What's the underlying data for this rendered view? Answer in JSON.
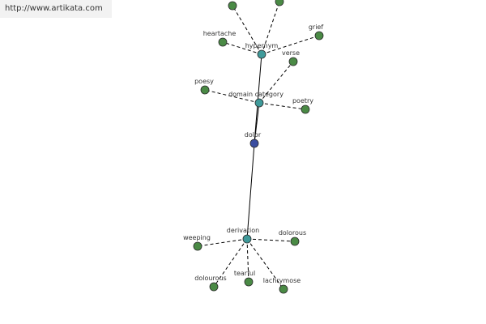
{
  "watermark": "http://www.artikata.com",
  "colors": {
    "leaf_node": "#4a8a45",
    "relation_node": "#3f9a9a",
    "root_node": "#3a4da0",
    "edge": "#000000"
  },
  "root": {
    "id": "dolor",
    "label": "dolor"
  },
  "relations": [
    {
      "id": "hypernym",
      "label": "hypernym"
    },
    {
      "id": "domain-category",
      "label": "domain category"
    },
    {
      "id": "derivation",
      "label": "derivation"
    }
  ],
  "leaves": [
    {
      "id": "top-1",
      "label": "",
      "relation": "hypernym"
    },
    {
      "id": "top-2",
      "label": "",
      "relation": "hypernym"
    },
    {
      "id": "heartache",
      "label": "heartache",
      "relation": "hypernym"
    },
    {
      "id": "grief",
      "label": "grief",
      "relation": "hypernym"
    },
    {
      "id": "verse",
      "label": "verse",
      "relation": "domain-category"
    },
    {
      "id": "poesy",
      "label": "poesy",
      "relation": "domain-category"
    },
    {
      "id": "poetry",
      "label": "poetry",
      "relation": "domain-category"
    },
    {
      "id": "weeping",
      "label": "weeping",
      "relation": "derivation"
    },
    {
      "id": "dolorous",
      "label": "dolorous",
      "relation": "derivation"
    },
    {
      "id": "dolourous",
      "label": "dolourous",
      "relation": "derivation"
    },
    {
      "id": "tearful",
      "label": "tearful",
      "relation": "derivation"
    },
    {
      "id": "lachrymose",
      "label": "lachrymose",
      "relation": "derivation"
    }
  ]
}
